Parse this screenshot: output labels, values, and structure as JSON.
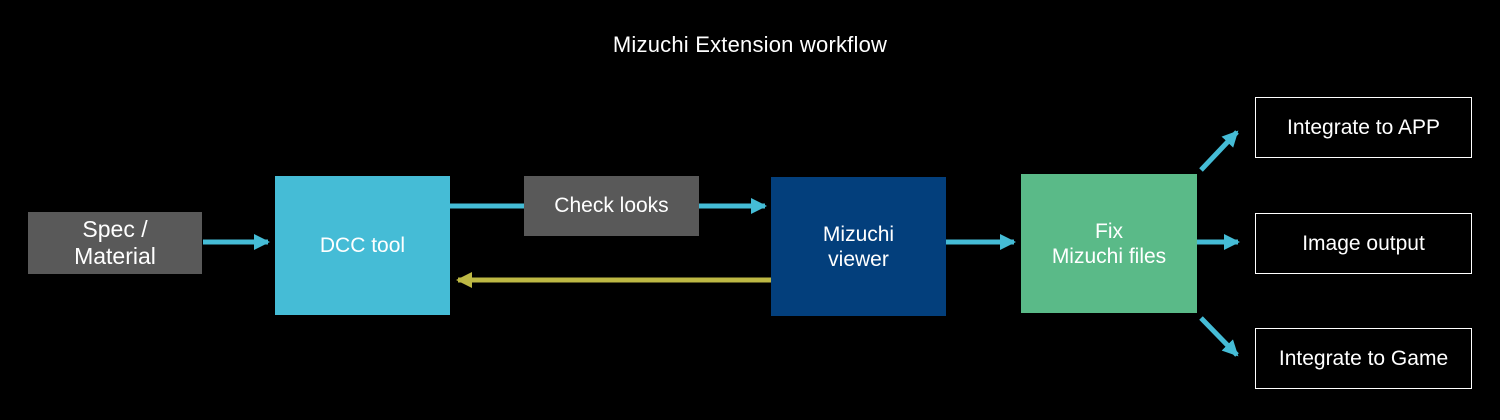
{
  "title": "Mizuchi Extension workflow",
  "colors": {
    "background": "#000000",
    "spec_box": "#595959",
    "check_box": "#595959",
    "dcc_box": "#45bcd6",
    "viewer_box": "#033f7c",
    "fix_box": "#5aba88",
    "forward_arrow": "#45bcd6",
    "return_arrow": "#bdb844",
    "output_border": "#ffffff"
  },
  "nodes": {
    "spec": "Spec /\nMaterial",
    "dcc": "DCC tool",
    "check": "Check looks",
    "viewer": "Mizuchi\nviewer",
    "fix": "Fix\nMizuchi files"
  },
  "outputs": {
    "app": "Integrate to APP",
    "image": "Image output",
    "game": "Integrate to Game"
  }
}
